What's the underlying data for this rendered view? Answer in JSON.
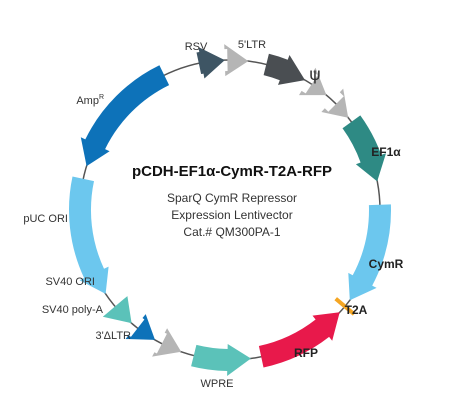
{
  "plasmid": {
    "name": "pCDH-EF1α-CymR-T2A-RFP",
    "description_lines": [
      "SparQ CymR Repressor",
      "Expression Lentivector",
      "Cat.# QM300PA-1"
    ]
  },
  "colors": {
    "backbone": "#555555",
    "dark_blue": "#0d72b9",
    "light_blue": "#6cc7ee",
    "teal": "#2e8a84",
    "red": "#e8194b",
    "mint": "#5bc2b9",
    "gray": "#b5b5b5",
    "dark_gray": "#4a4e52",
    "slate": "#3e5564",
    "orange": "#f5a623"
  },
  "features": [
    {
      "id": "rsv",
      "label": "RSV"
    },
    {
      "id": "ltr5",
      "label": "5'LTR"
    },
    {
      "id": "psi",
      "label": "ψ"
    },
    {
      "id": "small1",
      "label": ""
    },
    {
      "id": "small2",
      "label": ""
    },
    {
      "id": "ef1a",
      "label": "EF1α"
    },
    {
      "id": "cymr",
      "label": "CymR"
    },
    {
      "id": "t2a",
      "label": "T2A"
    },
    {
      "id": "rfp",
      "label": "RFP"
    },
    {
      "id": "wpre",
      "label": "WPRE"
    },
    {
      "id": "ltr3",
      "label": "3'ΔLTR"
    },
    {
      "id": "sv40polya",
      "label": "SV40 poly-A"
    },
    {
      "id": "sv40ori",
      "label": "SV40 ORI"
    },
    {
      "id": "puc",
      "label": "pUC ORI"
    },
    {
      "id": "amp",
      "label": "AmpR"
    }
  ]
}
